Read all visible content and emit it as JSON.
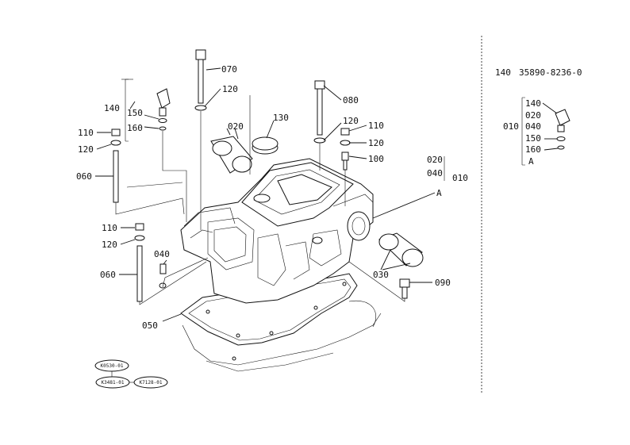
{
  "part_labels": {
    "p070": "070",
    "p120a": "120",
    "p020a": "020",
    "p130": "130",
    "p080": "080",
    "p120b": "120",
    "p110b": "110",
    "p120c": "120",
    "p100": "100",
    "p140": "140",
    "p150": "150",
    "p160": "160",
    "p110a": "110",
    "p120d": "120",
    "p060a": "060",
    "p110c": "110",
    "p120e": "120",
    "p040": "040",
    "p060b": "060",
    "p050": "050",
    "p030": "030",
    "p090": "090",
    "p020b": "020",
    "p040b": "040",
    "p010": "010",
    "pA": "A"
  },
  "references": {
    "ref1": "K0530-01",
    "ref2": "K3481-01",
    "ref3": "K7128-01"
  },
  "detail": {
    "item": "140",
    "part_number": "35890-8236-0",
    "p140": "140",
    "p020": "020",
    "p010": "010",
    "p040": "040",
    "p150": "150",
    "p160": "160",
    "pA": "A"
  }
}
